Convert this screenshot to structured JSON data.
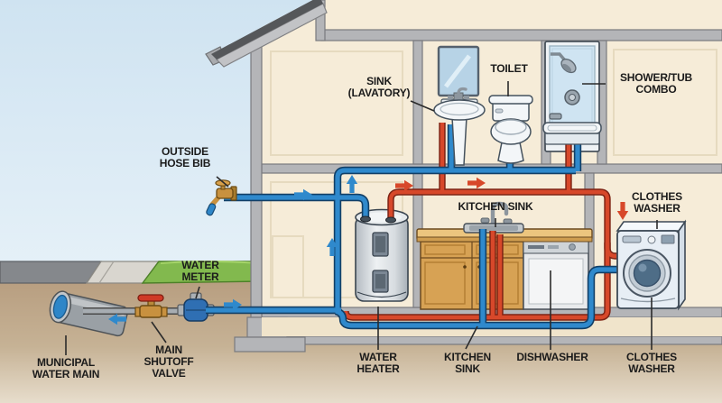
{
  "diagram": {
    "type": "home-plumbing-supply-cutaway",
    "labels": {
      "municipal_water_main": "MUNICIPAL\nWATER MAIN",
      "main_shutoff_valve": "MAIN\nSHUTOFF\nVALVE",
      "water_meter": "WATER\nMETER",
      "outside_hose_bib": "OUTSIDE\nHOSE BIB",
      "water_heater": "WATER\nHEATER",
      "kitchen_sink_upper": "KITCHEN SINK",
      "kitchen_sink_lower": "KITCHEN\nSINK",
      "dishwasher": "DISHWASHER",
      "clothes_washer_upper": "CLOTHES\nWASHER",
      "clothes_washer_lower": "CLOTHES\nWASHER",
      "sink_lavatory": "SINK\n(LAVATORY)",
      "toilet": "TOILET",
      "shower_tub_combo": "SHOWER/TUB\nCOMBO"
    },
    "colors": {
      "cold_water_pipe": "#2f89cc",
      "hot_water_pipe": "#d7482a",
      "supply_line_gray": "#a7adb2",
      "wall_cream": "#f6ecd8",
      "framing_gray": "#b4b5b8",
      "sky": "#d8e9f4",
      "soil": "#bfa584",
      "grass": "#82b94e"
    }
  }
}
